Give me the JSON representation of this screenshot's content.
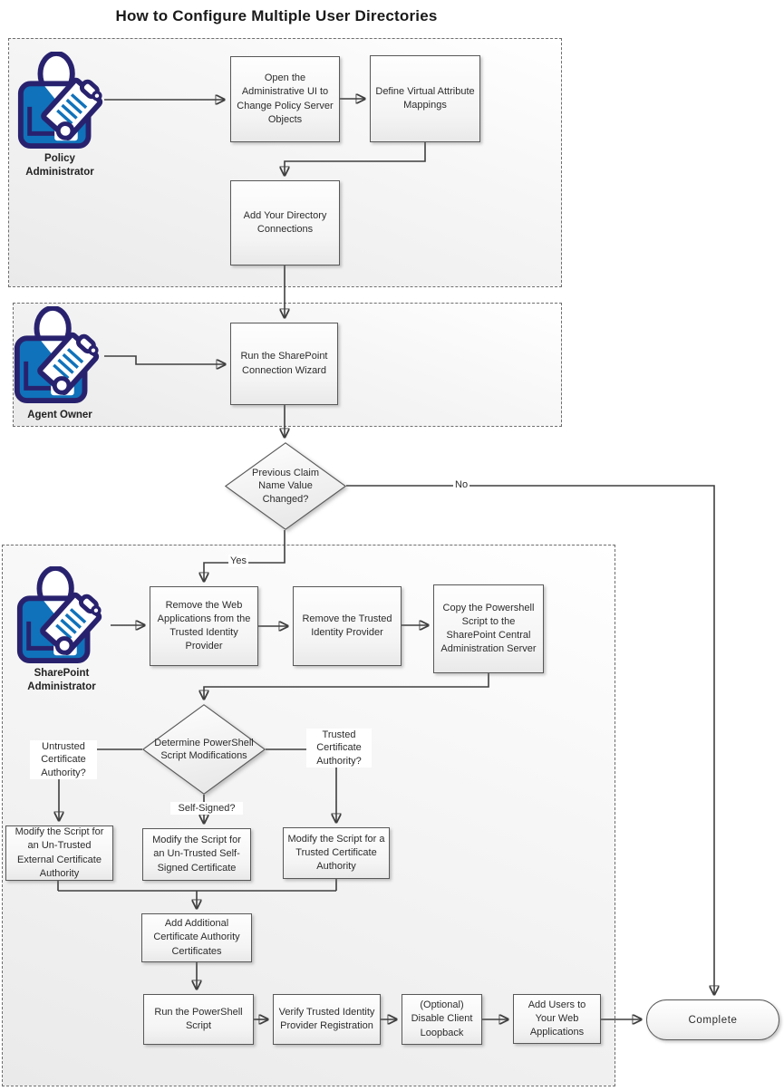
{
  "title": "How to Configure Multiple User Directories",
  "roles": {
    "policy_admin": "Policy Administrator",
    "agent_owner": "Agent Owner",
    "sharepoint_admin": "SharePoint Administrator"
  },
  "nodes": {
    "open_admin_ui": "Open the Administrative UI to Change Policy Server Objects",
    "define_virtual": "Define Virtual Attribute Mappings",
    "add_directory": "Add Your Directory Connections",
    "run_wizard": "Run the SharePoint Connection Wizard",
    "claim_changed": "Previous Claim Name Value Changed?",
    "remove_web_apps": "Remove the Web Applications from the Trusted Identity Provider",
    "remove_tip": "Remove the Trusted Identity Provider",
    "copy_script": "Copy the Powershell Script to the SharePoint Central Administration Server",
    "determine_mods": "Determine PowerShell Script Modifications",
    "modify_untrusted_external": "Modify the Script for an Un-Trusted External Certificate Authority",
    "modify_self_signed": "Modify the Script for an Un-Trusted Self-Signed Certificate",
    "modify_trusted": "Modify the Script for a Trusted Certificate Authority",
    "add_certs": "Add Additional Certificate Authority Certificates",
    "run_script": "Run the PowerShell Script",
    "verify_tip": "Verify Trusted Identity Provider Registration",
    "disable_loopback": "(Optional) Disable Client Loopback",
    "add_users": "Add Users to Your Web Applications",
    "complete": "Complete"
  },
  "branch_labels": {
    "yes": "Yes",
    "no": "No",
    "untrusted_ca": "Untrusted Certificate Authority?",
    "trusted_ca": "Trusted Certificate Authority?",
    "self_signed": "Self-Signed?"
  },
  "colors": {
    "person_fill": "#1072BA",
    "person_outline": "#28226E",
    "connector": "#3F3F3F",
    "shape_border": "#585858"
  }
}
